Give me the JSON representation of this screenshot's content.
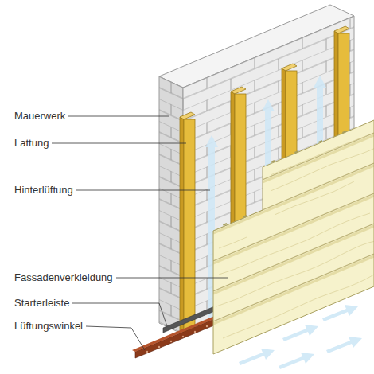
{
  "diagram": {
    "labels": [
      "Mauerwerk",
      "Lattung",
      "Hinterlüftung",
      "Fassadenverkleidung",
      "Starterleiste",
      "Lüftungswinkel"
    ]
  }
}
